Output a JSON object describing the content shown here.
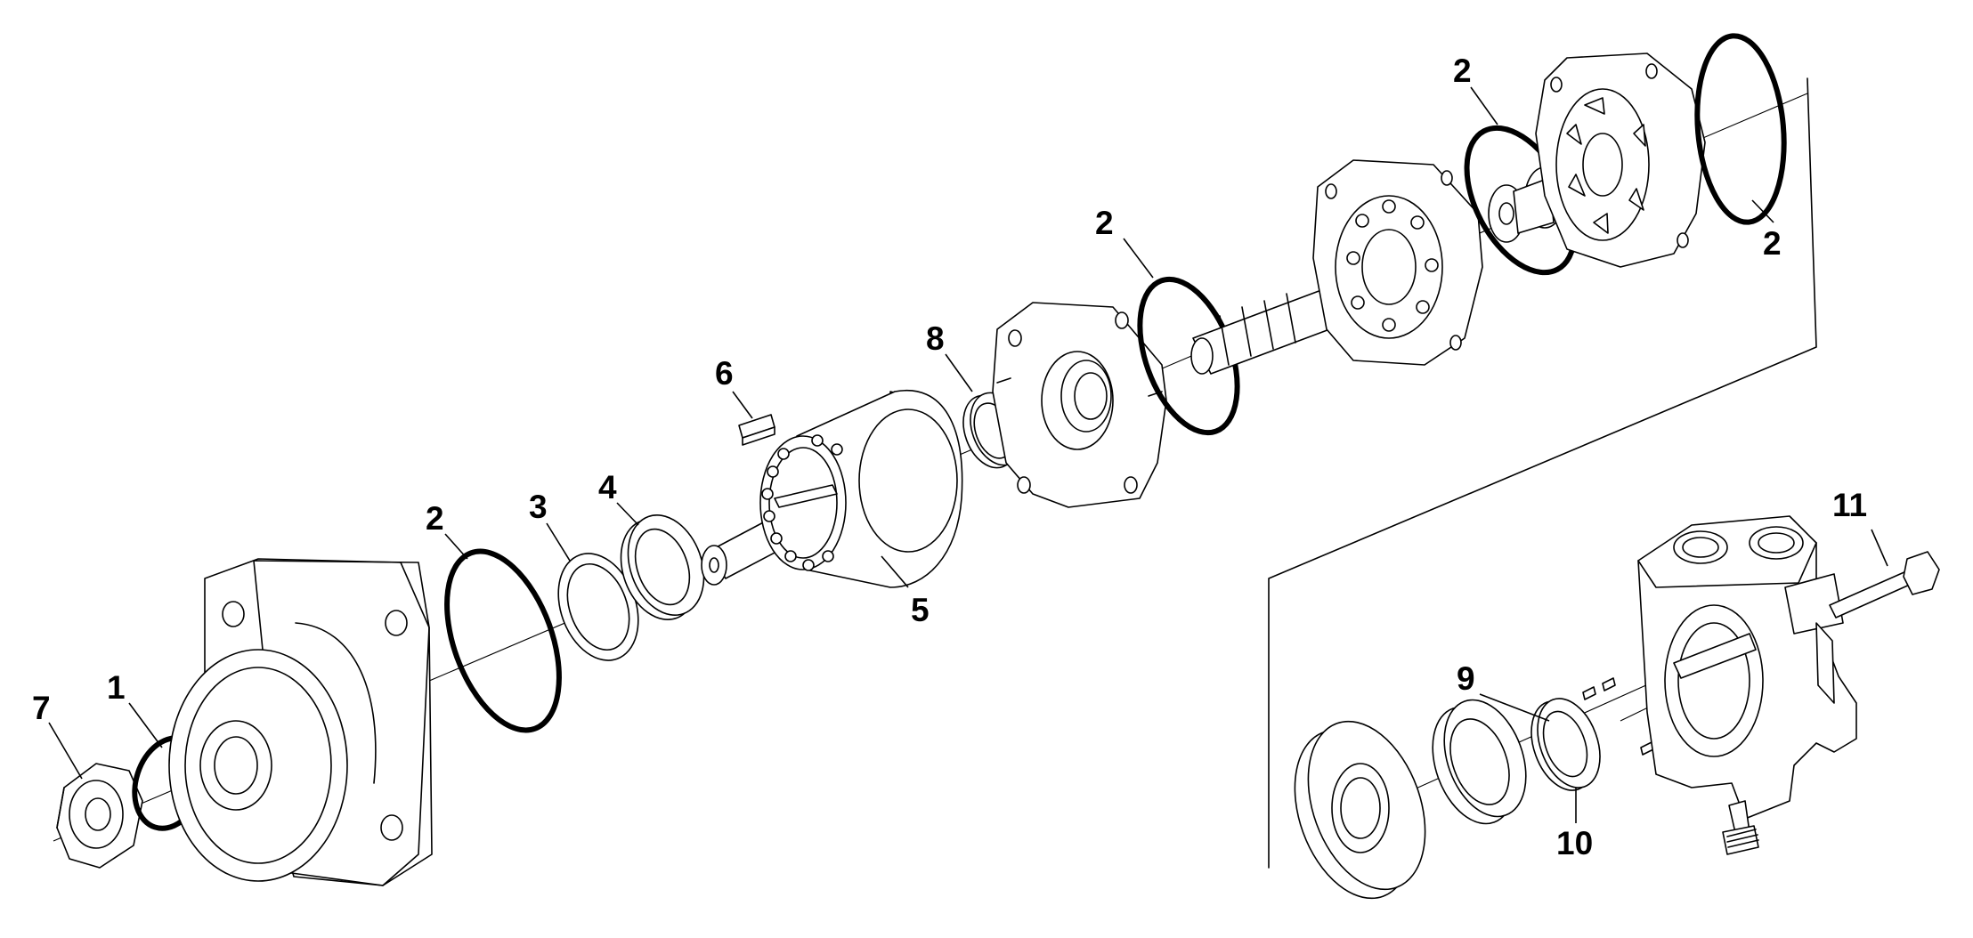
{
  "callouts": [
    {
      "id": "c7",
      "label": "7"
    },
    {
      "id": "c1",
      "label": "1"
    },
    {
      "id": "c2a",
      "label": "2"
    },
    {
      "id": "c3",
      "label": "3"
    },
    {
      "id": "c4",
      "label": "4"
    },
    {
      "id": "c5",
      "label": "5"
    },
    {
      "id": "c6",
      "label": "6"
    },
    {
      "id": "c8",
      "label": "8"
    },
    {
      "id": "c2b",
      "label": "2"
    },
    {
      "id": "c2c",
      "label": "2"
    },
    {
      "id": "c2d",
      "label": "2"
    },
    {
      "id": "c9",
      "label": "9"
    },
    {
      "id": "c10",
      "label": "10"
    },
    {
      "id": "c11",
      "label": "11"
    }
  ]
}
